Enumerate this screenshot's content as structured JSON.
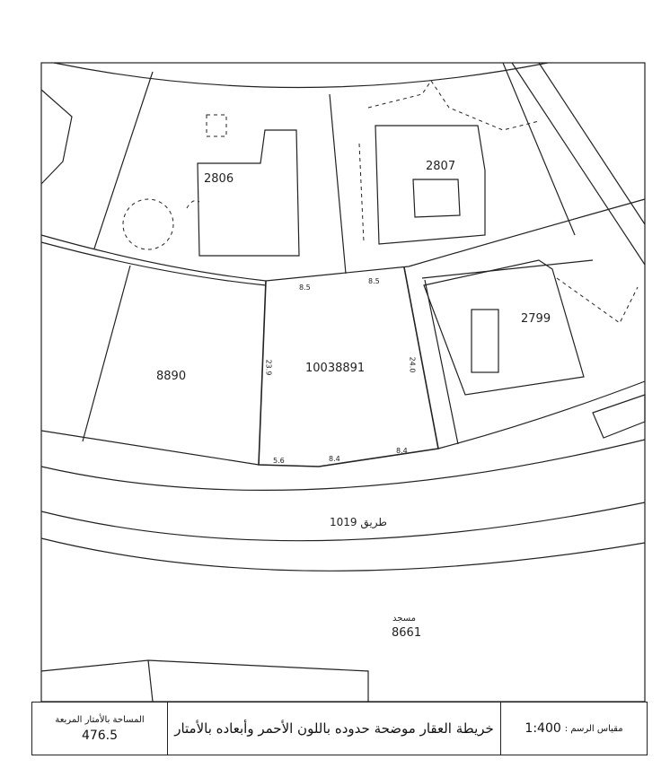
{
  "parcels": {
    "p2806": "2806",
    "p2807": "2807",
    "p2799": "2799",
    "p8890": "8890",
    "subject": "10038891",
    "mosque_label": "مسجد",
    "mosque_number": "8661"
  },
  "road": {
    "label": "طريق 1019"
  },
  "dimensions": {
    "top_left": "8.5",
    "top_right": "8.5",
    "left_side": "23.9",
    "right_side": "24.0",
    "bottom_left": "5.6",
    "bottom_mid": "8.4",
    "bottom_right": "8.4"
  },
  "footer": {
    "area_label": "المساحة بالأمتار المربعة",
    "area_value": "476.5",
    "title": "خريطة العقار موضحة حدوده باللون الأحمر وأبعاده بالأمتار",
    "scale_label": "مقياس الرسم :",
    "scale_value": "1:400"
  }
}
